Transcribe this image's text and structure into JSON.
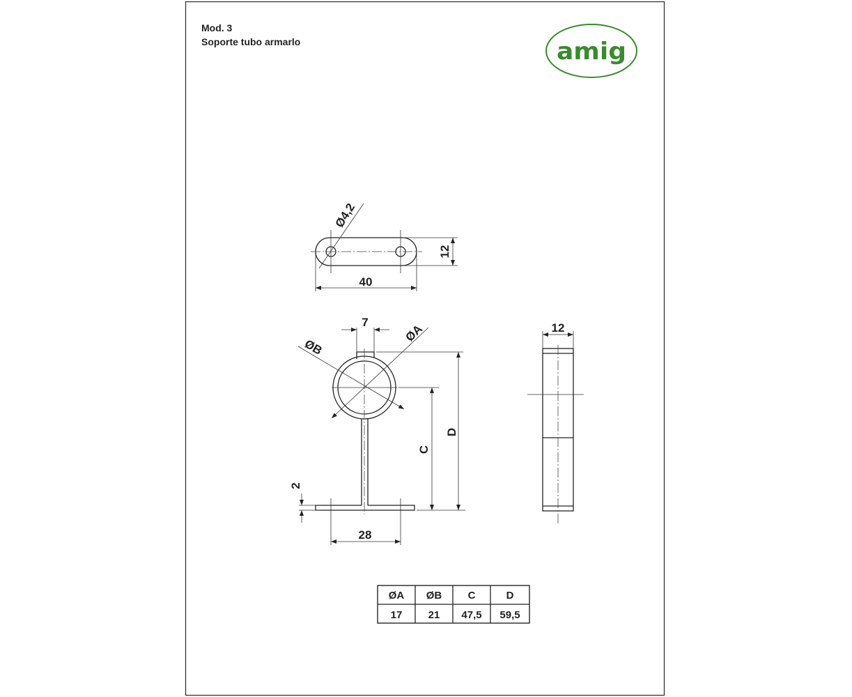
{
  "header": {
    "model": "Mod. 3",
    "description": "Soporte tubo armarlo"
  },
  "logo": {
    "text": "AMIG",
    "color": "#3a8a2e"
  },
  "top_view": {
    "hole_dia": "Ø4,2",
    "length": "40",
    "width": "12"
  },
  "front_view": {
    "tab_width": "7",
    "dia_a": "ØA",
    "dia_b": "ØB",
    "dim_c": "C",
    "dim_d": "D",
    "thickness": "2",
    "hole_spacing": "28"
  },
  "side_view": {
    "width": "12"
  },
  "table": {
    "headers": [
      "ØA",
      "ØB",
      "C",
      "D"
    ],
    "rows": [
      [
        "17",
        "21",
        "47,5",
        "59,5"
      ]
    ]
  }
}
